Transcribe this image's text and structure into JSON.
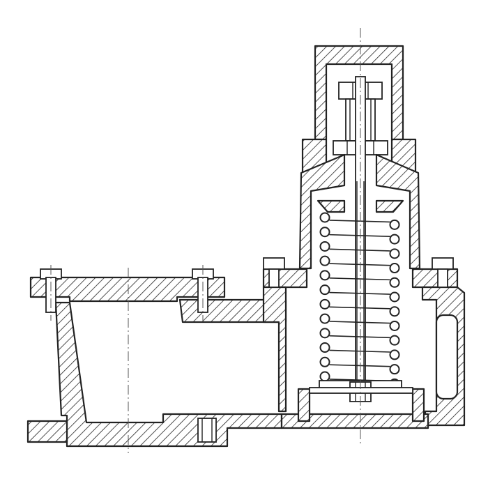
{
  "drawing": {
    "subject": "safety-relief-valve-section",
    "view": "cross-section",
    "colors": {
      "line": "#222222",
      "background": "#ffffff",
      "centerline": "#555555"
    },
    "components": [
      "cap",
      "adjusting-screw",
      "lock-nut",
      "bonnet",
      "spring",
      "spring-plate",
      "stem",
      "disc",
      "seat",
      "inlet-flange",
      "outlet-body",
      "flange-bolts",
      "drain-plug"
    ],
    "spring_coils": 12
  }
}
